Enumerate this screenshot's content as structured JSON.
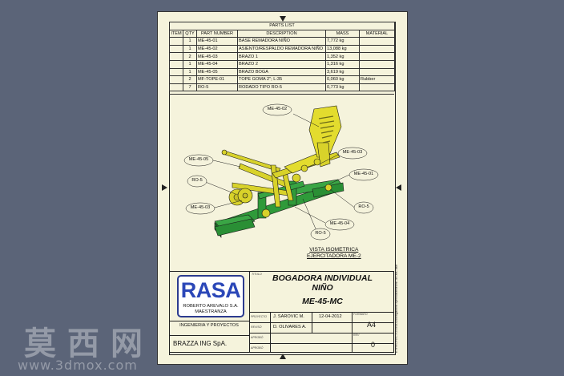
{
  "parts_list": {
    "title": "PARTS LIST",
    "headers": [
      "ITEM",
      "QTY",
      "PART NUMBER",
      "DESCRIPTION",
      "MASS",
      "MATERIAL"
    ],
    "rows": [
      [
        "",
        "1",
        "ME-45-01",
        "BASE REMADORA NIÑO",
        "7,772 kg",
        ""
      ],
      [
        "",
        "1",
        "ME-45-02",
        "ASIENTO/RESPALDO REMADORA NIÑO",
        "13,088 kg",
        ""
      ],
      [
        "",
        "2",
        "ME-45-03",
        "BRAZO 1",
        "1,352 kg",
        ""
      ],
      [
        "",
        "1",
        "ME-45-04",
        "BRAZO 2",
        "1,316 kg",
        ""
      ],
      [
        "",
        "1",
        "ME-45-05",
        "BRAZO BOGA",
        "3,619 kg",
        ""
      ],
      [
        "",
        "2",
        "MF-TOPE-01",
        "TOPE GOMA 2\"; L:35",
        "0,060 kg",
        "Rubber"
      ],
      [
        "",
        "7",
        "RO-5",
        "RODADO TIPO RO-5",
        "0,773 kg",
        ""
      ]
    ]
  },
  "callouts": {
    "me4502": "ME-45-02",
    "me4505": "ME-45-05",
    "me4503a": "ME-45-03",
    "me4501": "ME-45-01",
    "ro5a": "RO-5",
    "me4503b": "ME-45-03",
    "ro5b": "RO-5",
    "me4504": "ME-45-04",
    "ro5c": "RO-5"
  },
  "view_label": {
    "line1": "VISTA ISOMETRICA",
    "line2": "EJERCITADORA ME-2"
  },
  "title_block": {
    "logo_text": "RASA",
    "logo_sub1": "ROBERTO AREVALO S.A.",
    "logo_sub2": "MAESTRANZA",
    "company_line": "INGENIERIA Y PROYECTOS",
    "client": "BRAZZA ING SpA.",
    "title_line1": "BOGADORA INDIVIDUAL",
    "title_line2": "NIÑO",
    "drawing_code": "ME-45-MC",
    "drawn_label": "PROYECTO",
    "drawn_by": "J. SAROVIC M.",
    "date": "12-04-2012",
    "checked_label": "REVISÓ",
    "checked_by": "D. OLIVARES A.",
    "approved_label": "APROBÓ",
    "approved2_label": "APROBÓ",
    "size_label": "FORMATO",
    "size": "A4",
    "rev_label": "REV",
    "revision": "0",
    "title_label": "TITULO"
  },
  "side_path": "E:\\PROYECTOS\\RASA\\Bogadora ejercitadora\\ME-45-MC.idw",
  "watermark": {
    "chars": "莫西网",
    "url": "www.3dmox.com"
  },
  "colors": {
    "background": "#5b6478",
    "sheet": "#f5f3dc",
    "base_green": "#2f9a3a",
    "frame_yellow": "#d8d22a",
    "logo_blue": "#2b47b8"
  }
}
